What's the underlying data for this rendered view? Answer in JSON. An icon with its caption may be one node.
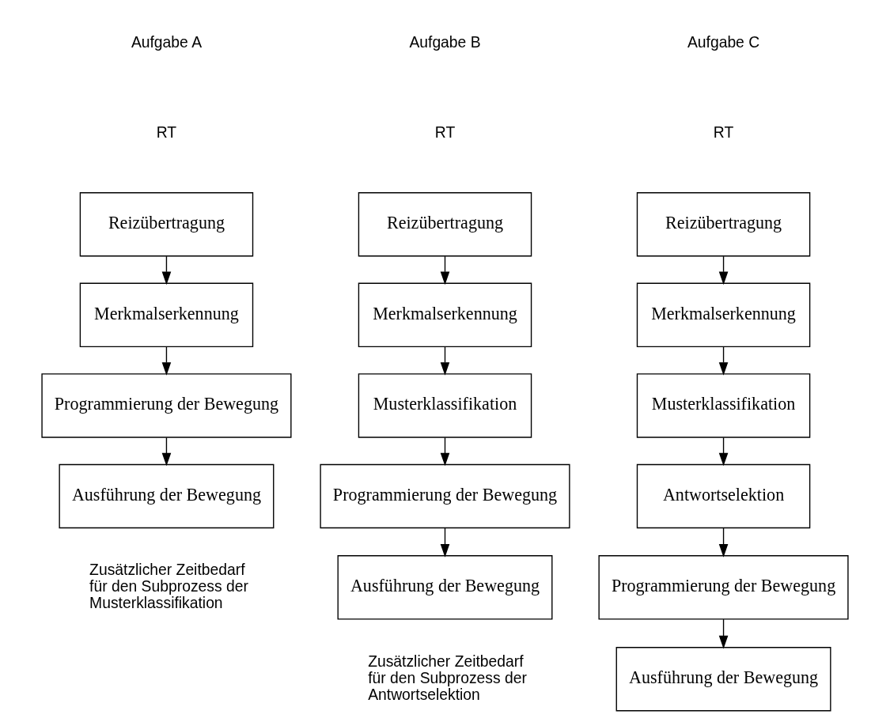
{
  "diagram": {
    "nodes": [
      {
        "text": [
          "Reizübertragung"
        ]
      },
      {
        "text": [
          "Merkmalserkennung"
        ]
      },
      {
        "text": [
          "Programmierung der Bewegung"
        ]
      },
      {
        "text": [
          "Ausführung der Bewegung"
        ]
      },
      {
        "text": [
          "Reizübertragung"
        ]
      },
      {
        "text": [
          "Merkmalserkennung"
        ]
      },
      {
        "text": [
          "Musterklassifikation"
        ]
      },
      {
        "text": [
          "Programmierung der Bewegung"
        ]
      },
      {
        "text": [
          "Ausführung der Bewegung"
        ]
      },
      {
        "text": [
          "Reizübertragung"
        ]
      },
      {
        "text": [
          "Merkmalserkennung"
        ]
      },
      {
        "text": [
          "Musterklassifikation"
        ]
      },
      {
        "text": [
          "Antwortselektion"
        ]
      },
      {
        "text": [
          "Programmierung der Bewegung"
        ]
      },
      {
        "text": [
          "Ausführung der Bewegung"
        ]
      }
    ],
    "edges": [
      {
        "from": 0,
        "to": 1,
        "arrow": "to"
      },
      {
        "from": 1,
        "to": 2,
        "arrow": "to"
      },
      {
        "from": 2,
        "to": 3,
        "arrow": "to"
      },
      {
        "from": 4,
        "to": 5,
        "arrow": "to"
      },
      {
        "from": 5,
        "to": 6,
        "arrow": "to"
      },
      {
        "from": 6,
        "to": 7,
        "arrow": "to"
      },
      {
        "from": 7,
        "to": 8,
        "arrow": "to"
      },
      {
        "from": 9,
        "to": 10,
        "arrow": "to"
      },
      {
        "from": 10,
        "to": 11,
        "arrow": "to"
      },
      {
        "from": 11,
        "to": 12,
        "arrow": "to"
      },
      {
        "from": 12,
        "to": 13,
        "arrow": "to"
      },
      {
        "from": 13,
        "to": 14,
        "arrow": "to"
      }
    ],
    "labels": [
      "Aufgabe A",
      "Aufgabe B",
      "Aufgabe C",
      "RT",
      "RT",
      "RT",
      "Zusätzlicher Zeitbedarf für den Subprozess der Musterklassifikation",
      "Zusätzlicher Zeitbedarf für den Subprozess der Antwortselektion"
    ]
  }
}
